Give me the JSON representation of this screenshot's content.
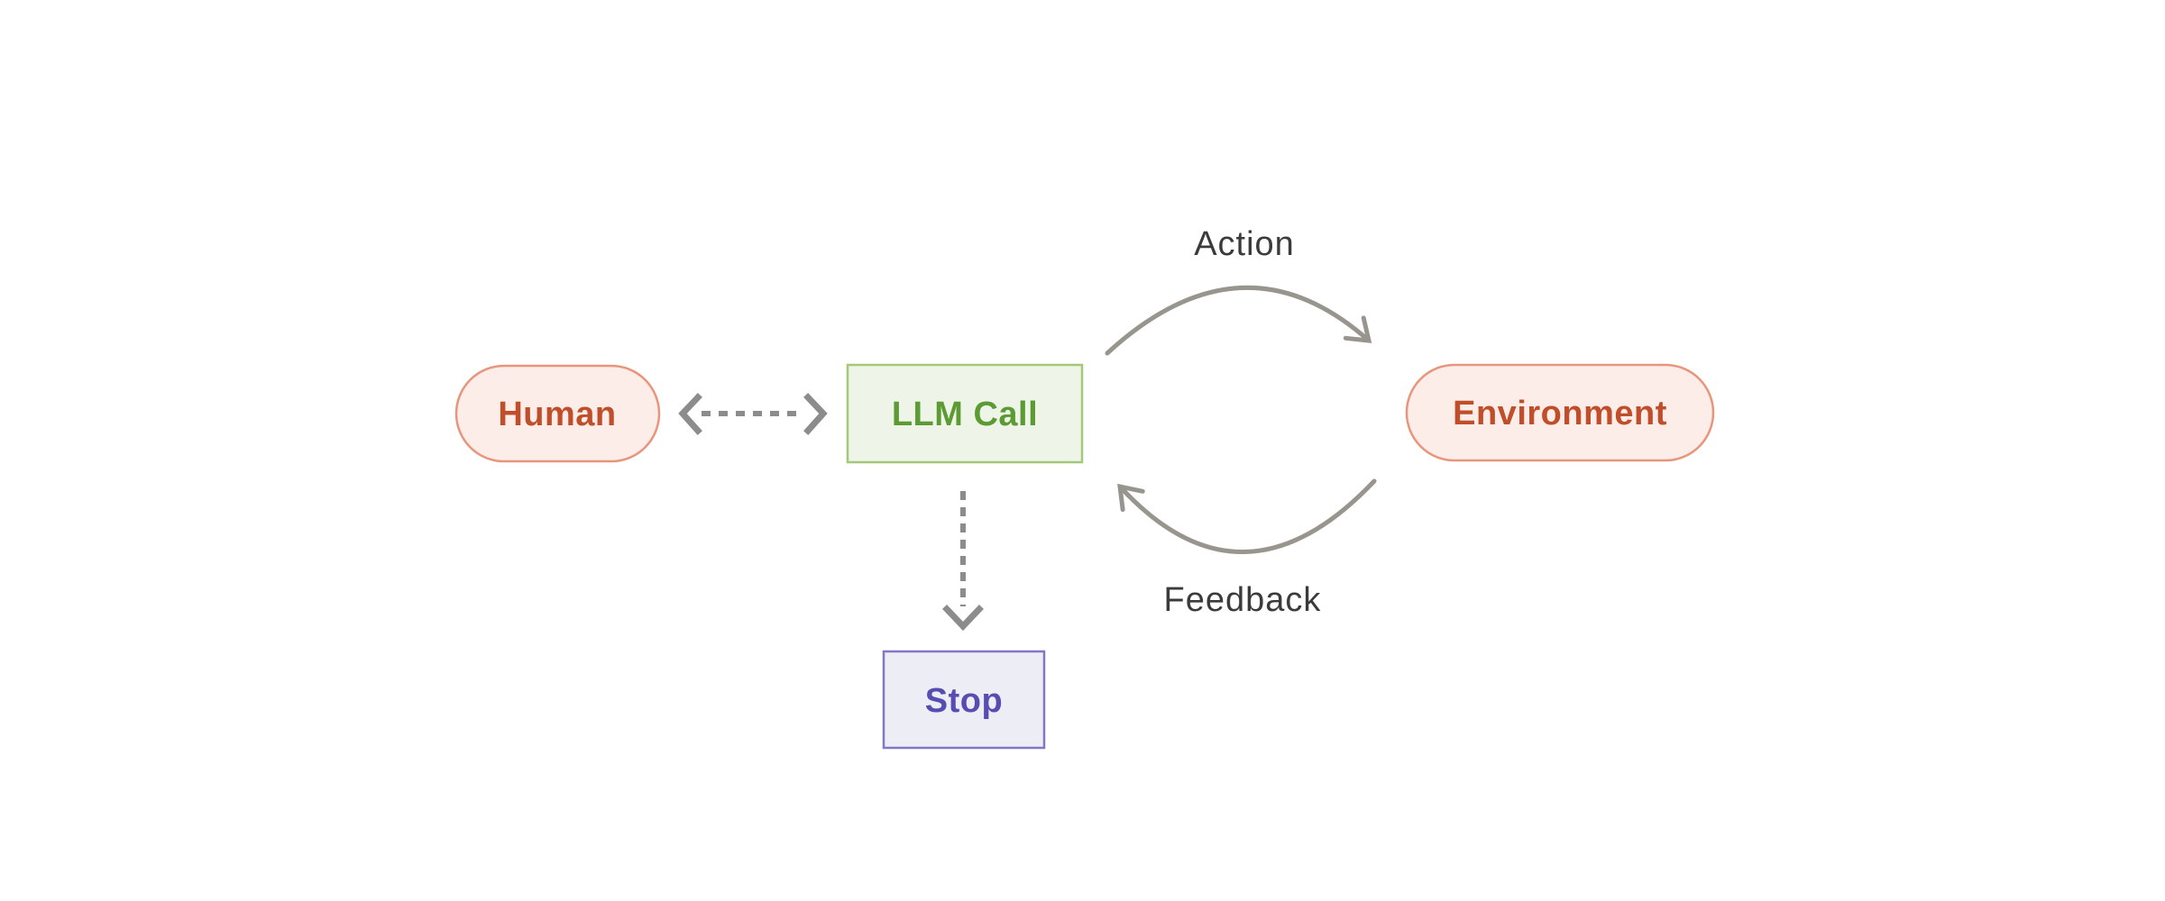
{
  "diagram": {
    "background": "#ffffff",
    "nodes": {
      "human": {
        "label": "Human",
        "shape": "pill",
        "fill": "#fcede8",
        "border_color": "#e9957d",
        "text_color": "#c14e2b"
      },
      "llm_call": {
        "label": "LLM Call",
        "shape": "rectangle",
        "fill": "#eef4e7",
        "border_color": "#a2c878",
        "text_color": "#5c9b33"
      },
      "environment": {
        "label": "Environment",
        "shape": "pill",
        "fill": "#fcede8",
        "border_color": "#e9957d",
        "text_color": "#c14e2b"
      },
      "stop": {
        "label": "Stop",
        "shape": "rectangle",
        "fill": "#ededf6",
        "border_color": "#8077ca",
        "text_color": "#564cb2"
      }
    },
    "edges": {
      "action": {
        "label": "Action",
        "from": "llm_call",
        "to": "environment",
        "style": "solid-curve"
      },
      "feedback": {
        "label": "Feedback",
        "from": "environment",
        "to": "llm_call",
        "style": "solid-curve"
      },
      "human_llm": {
        "label": "",
        "from": "human",
        "to": "llm_call",
        "style": "dashed-bidirectional"
      },
      "llm_stop": {
        "label": "",
        "from": "llm_call",
        "to": "stop",
        "style": "dashed"
      },
      "label_color": "#3b3b3b",
      "arrow_color": "#98958f",
      "dashed_arrow_color": "#8c8c8c"
    }
  }
}
